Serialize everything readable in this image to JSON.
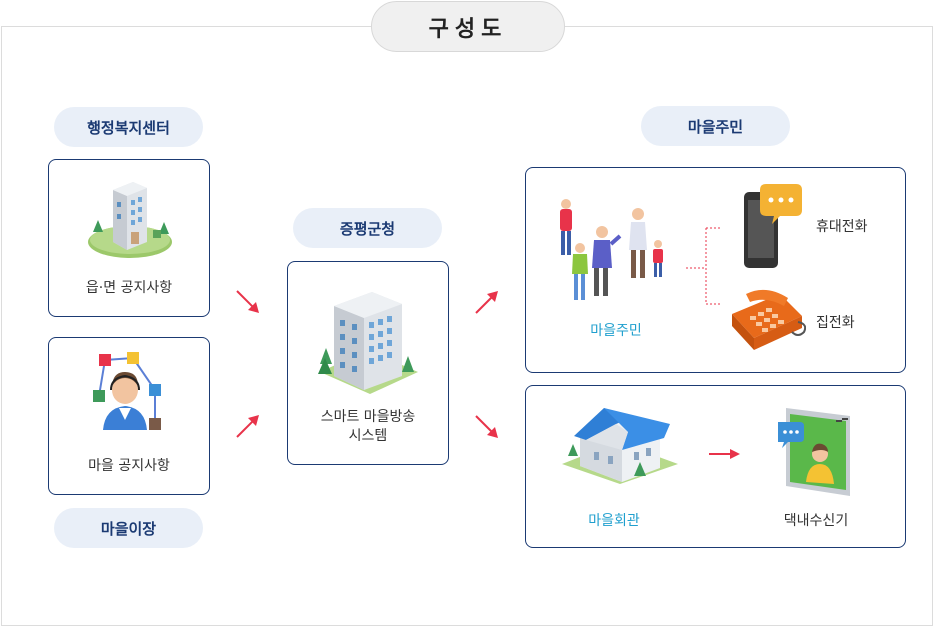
{
  "title": "구성도",
  "left": {
    "top_pill": "행정복지센터",
    "top_box_label": "읍·면 공지사항",
    "bottom_box_label": "마을 공지사항",
    "bottom_pill": "마을이장"
  },
  "center": {
    "pill": "증평군청",
    "box_label_line1": "스마트 마을방송",
    "box_label_line2": "시스템"
  },
  "right": {
    "pill": "마을주민",
    "residents_label": "마을주민",
    "mobile_label": "휴대전화",
    "landline_label": "집전화",
    "hall_label": "마을회관",
    "receiver_label": "댁내수신기"
  },
  "colors": {
    "accent_navy": "#1b3a73",
    "pill_bg": "#e9eff8",
    "arrow_red": "#e8334a",
    "label_blue": "#1f9fce"
  }
}
